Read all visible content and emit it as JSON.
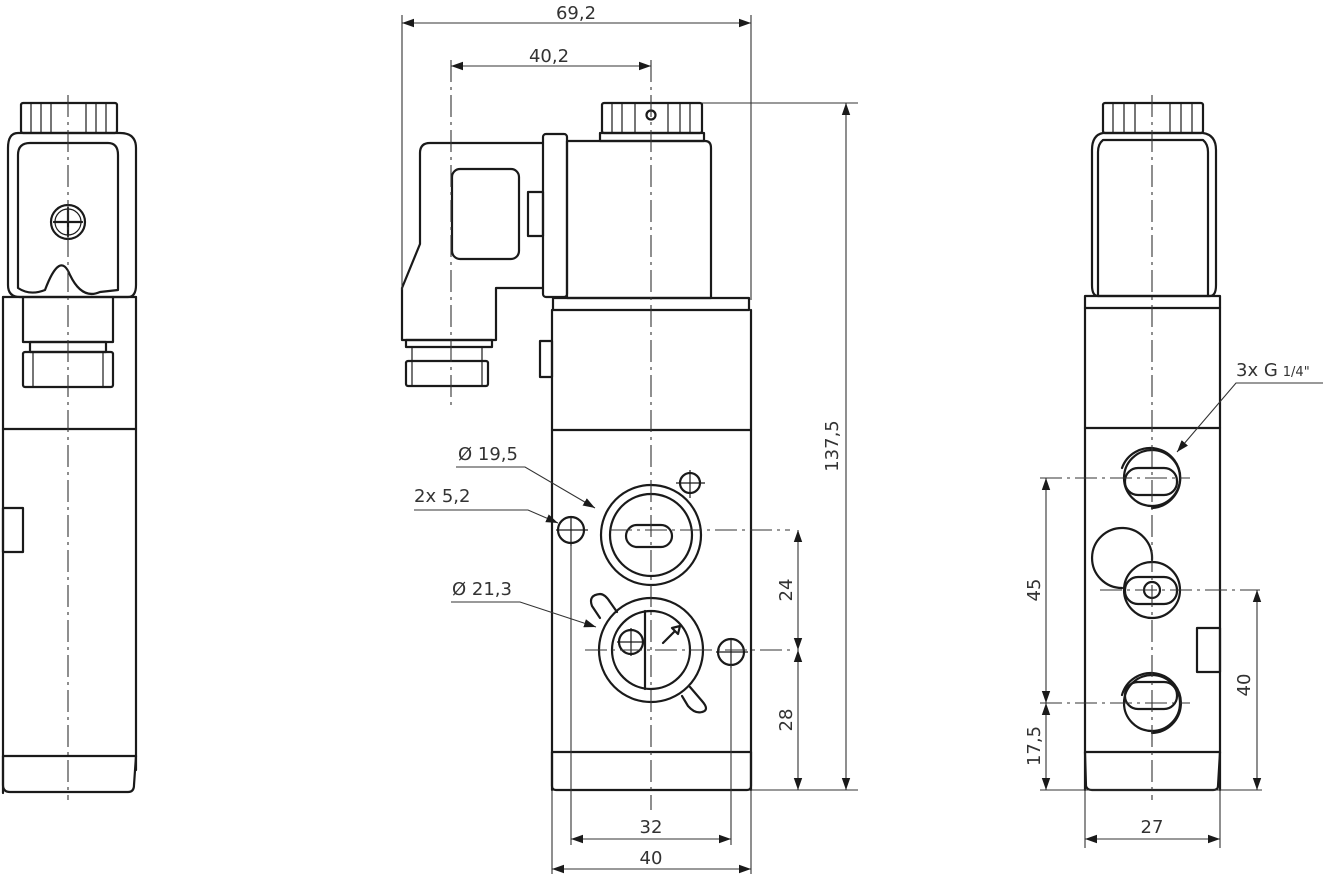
{
  "drawing": {
    "title": "Solenoid valve dimension drawing",
    "views": [
      "side-view-left",
      "front-view",
      "side-view-right"
    ],
    "line_color": "#1a1a1a",
    "background": "#ffffff"
  },
  "dimensions": {
    "overall_width": "69,2",
    "connector_offset": "40,2",
    "overall_height": "137,5",
    "port_diameter_top": "Ø 19,5",
    "mount_holes": "2x 5,2",
    "port_diameter_bottom": "Ø 21,3",
    "hole_spacing_vertical": "24",
    "hole_height_from_base": "28",
    "hole_spacing_horizontal": "32",
    "body_width": "40",
    "ports_label": "3x G",
    "ports_fraction": "1/4\"",
    "port_spacing": "45",
    "port_base_offset": "17,5",
    "center_port_height": "40",
    "side_body_width": "27"
  }
}
